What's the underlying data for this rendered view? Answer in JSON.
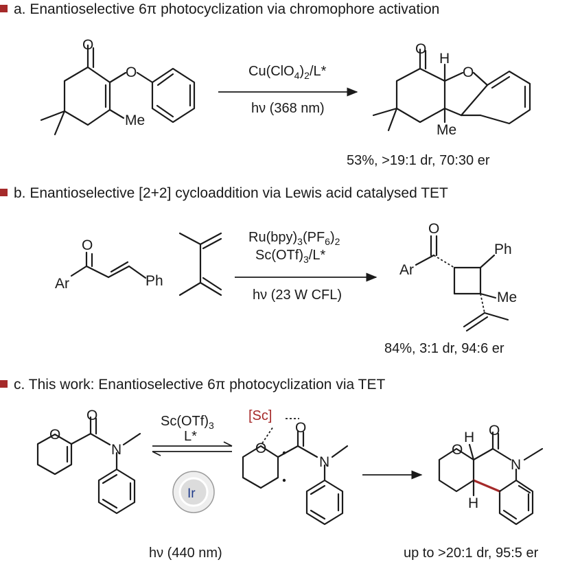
{
  "colors": {
    "marker": "#a52a2a",
    "sc_label": "#a52a2a",
    "ir_label": "#1f3a8a",
    "key_bond": "#a52a2a"
  },
  "section_a": {
    "header": "a. Enantioselective 6π photocyclization via chromophore activation",
    "reagent_top": "Cu(ClO",
    "reagent_top_sub": "4",
    "reagent_top_mid": ")",
    "reagent_top_sub2": "2",
    "reagent_top_end": "/L*",
    "reagent_bottom": "hν (368 nm)",
    "result": "53%, >19:1 dr, 70:30 er",
    "atoms": {
      "o_ketone": "O",
      "o_ether": "O",
      "me": "Me",
      "p_o_ketone": "O",
      "p_h": "H",
      "p_o_ether": "O",
      "p_me": "Me"
    }
  },
  "section_b": {
    "header": "b. Enantioselective [2+2] cycloaddition via Lewis acid catalysed TET",
    "reagent_line1": "Ru(bpy)",
    "reagent_line1_sub1": "3",
    "reagent_line1_mid": "(PF",
    "reagent_line1_sub2": "6",
    "reagent_line1_end": ")",
    "reagent_line1_sub3": "2",
    "reagent_line2": "Sc(OTf)",
    "reagent_line2_sub": "3",
    "reagent_line2_end": "/L*",
    "reagent_bottom": "hν (23 W CFL)",
    "result": "84%, 3:1 dr, 94:6 er",
    "atoms": {
      "o": "O",
      "ar": "Ar",
      "ph": "Ph",
      "p_o": "O",
      "p_ar": "Ar",
      "p_ph": "Ph",
      "p_me": "Me"
    }
  },
  "section_c": {
    "header": "c. This work: Enantioselective 6π photocyclization via TET",
    "reagent_line1": "Sc(OTf)",
    "reagent_line1_sub": "3",
    "reagent_line2": "L*",
    "catalyst": "Ir",
    "light": "hν (440 nm)",
    "result": "up to >20:1 dr, 95:5 er",
    "atoms": {
      "o_ring": "O",
      "o_amide": "O",
      "n": "N",
      "sc": "[Sc]",
      "i_o_ring": "O",
      "i_o_amide": "O",
      "i_n": "N",
      "p_o_ring": "O",
      "p_h_top": "H",
      "p_o_amide": "O",
      "p_n": "N",
      "p_h_bottom": "H"
    }
  }
}
